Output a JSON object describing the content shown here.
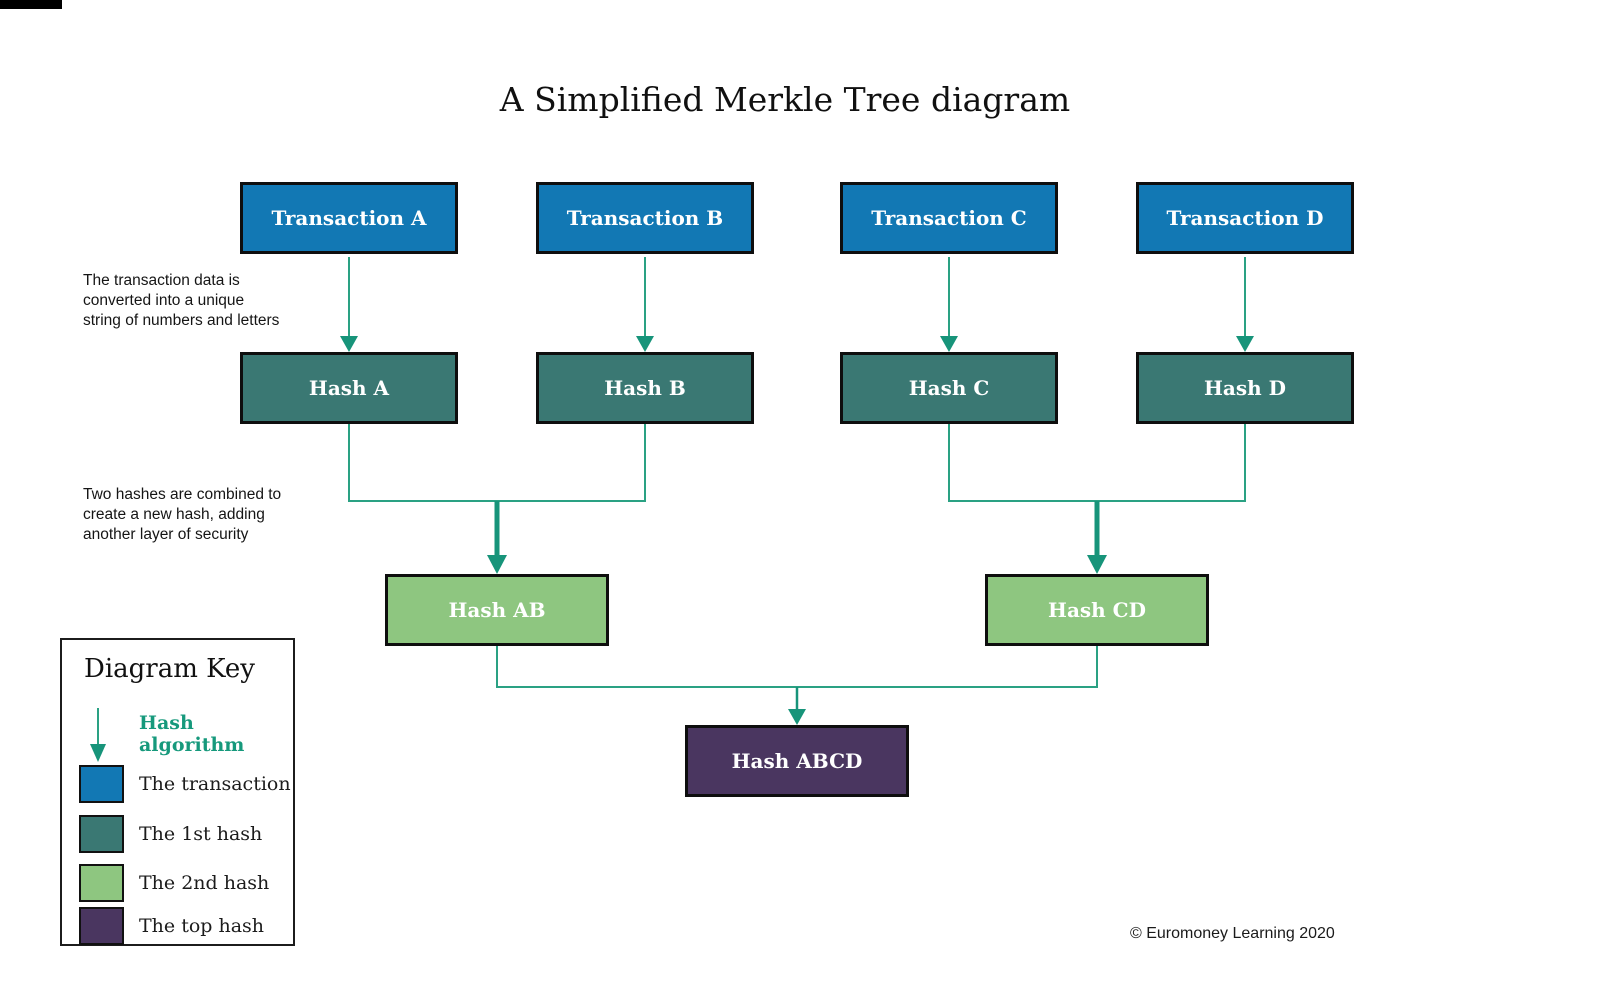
{
  "title": "A Simplified Merkle Tree diagram",
  "nodes": {
    "transaction_a": "Transaction A",
    "transaction_b": "Transaction B",
    "transaction_c": "Transaction C",
    "transaction_d": "Transaction D",
    "hash_a": "Hash A",
    "hash_b": "Hash B",
    "hash_c": "Hash C",
    "hash_d": "Hash D",
    "hash_ab": "Hash AB",
    "hash_cd": "Hash CD",
    "hash_abcd": "Hash ABCD"
  },
  "annotations": {
    "first_hash_note": "The transaction data is\nconverted into a unique\nstring of numbers and letters",
    "combine_note": "Two hashes are combined to\ncreate a new hash, adding\nanother layer of security"
  },
  "key": {
    "title": "Diagram Key",
    "items": [
      {
        "icon": "down-arrow-icon",
        "label": "Hash algorithm",
        "color": "#16997c"
      },
      {
        "icon": "swatch",
        "label": "The transaction",
        "color": "#1278b4"
      },
      {
        "icon": "swatch",
        "label": "The 1st hash",
        "color": "#3a7873"
      },
      {
        "icon": "swatch",
        "label": "The 2nd hash",
        "color": "#8ec680"
      },
      {
        "icon": "swatch",
        "label": "The top hash",
        "color": "#4a3660"
      }
    ]
  },
  "footer": {
    "copyright": "© Euromoney Learning 2020"
  },
  "colors": {
    "transaction_fill": "#1278b4",
    "first_hash_fill": "#3a7873",
    "second_hash_fill": "#8ec680",
    "top_hash_fill": "#4a3660",
    "connector_line": "#2aa183",
    "arrow_head": "#17947a",
    "box_border": "#0e0e0e",
    "box_text": "#ffffff"
  }
}
